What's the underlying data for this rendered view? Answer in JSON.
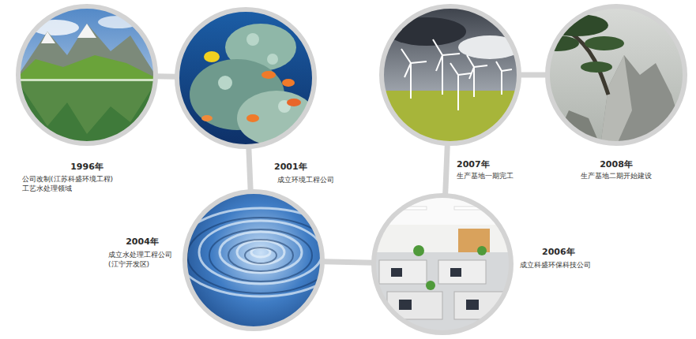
{
  "diagram": {
    "nodes": [
      {
        "text": [
          "1996年",
          "公司改制(江苏科盛环境工程) 工艺水处理领域"
        ]
      },
      {
        "text": [
          "2001年",
          "成立环境工程公司"
        ]
      },
      {
        "text": [
          "2004年",
          "成立水处理工程公司 (江宁开发区)"
        ]
      },
      {
        "text": [
          "2006年",
          "成立科盛环保科技公司"
        ]
      },
      {
        "text": [
          "2007年",
          "生产基地一期完工"
        ]
      },
      {
        "text": [
          "2008年",
          "生产基地二期开始建设"
        ]
      }
    ],
    "edges": [
      {
        "from": 0,
        "to": 1,
        "arrow": "none"
      },
      {
        "from": 1,
        "to": 2,
        "arrow": "none"
      },
      {
        "from": 2,
        "to": 3,
        "arrow": "none"
      },
      {
        "from": 3,
        "to": 4,
        "arrow": "none"
      },
      {
        "from": 4,
        "to": 5,
        "arrow": "none"
      }
    ]
  }
}
